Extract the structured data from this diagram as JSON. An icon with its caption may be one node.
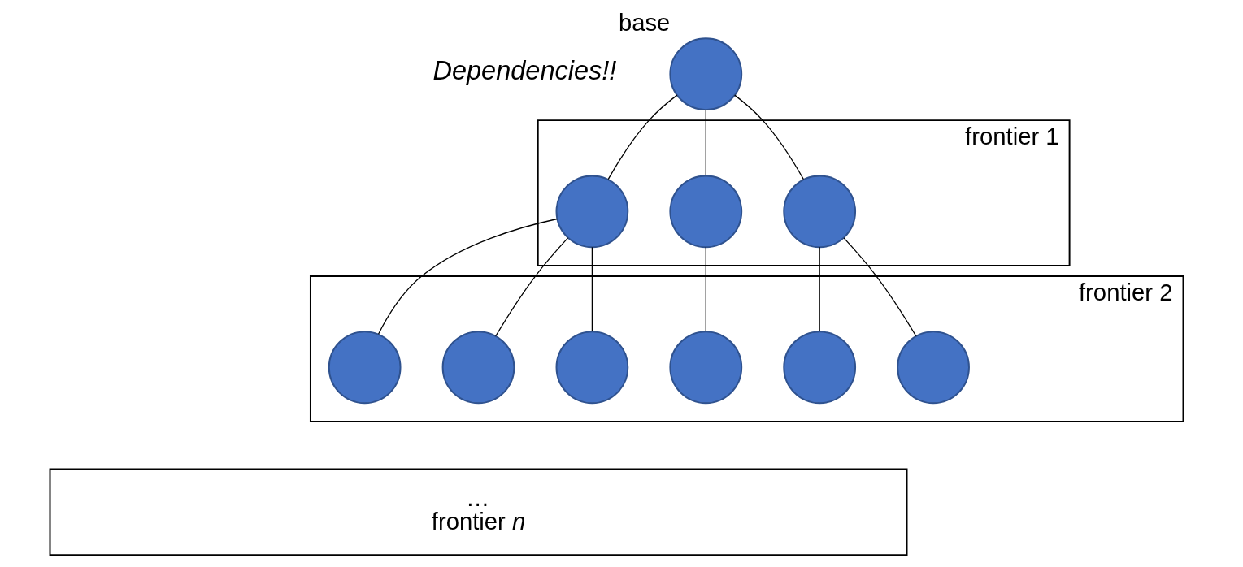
{
  "diagram": {
    "nodes": [
      {
        "text": [],
        "shape": "circle",
        "beside": [
          "base"
        ]
      },
      {
        "text": [
          "frontier 1"
        ]
      },
      {
        "text": [],
        "shape": "circle",
        "in": 1
      },
      {
        "text": [],
        "shape": "circle",
        "in": 1
      },
      {
        "text": [],
        "shape": "circle",
        "in": 1
      },
      {
        "text": [
          "frontier 2"
        ]
      },
      {
        "text": [],
        "shape": "circle",
        "in": 5
      },
      {
        "text": [],
        "shape": "circle",
        "in": 5
      },
      {
        "text": [],
        "shape": "circle",
        "in": 5
      },
      {
        "text": [],
        "shape": "circle",
        "in": 5
      },
      {
        "text": [],
        "shape": "circle",
        "in": 5
      },
      {
        "text": [],
        "shape": "circle",
        "in": 5
      },
      {
        "text": [
          "…",
          "frontier *n*"
        ]
      }
    ],
    "edges": [
      {
        "from": 0,
        "to": 2,
        "arrow": "none"
      },
      {
        "from": 0,
        "to": 3,
        "arrow": "none"
      },
      {
        "from": 0,
        "to": 4,
        "arrow": "none"
      },
      {
        "from": 2,
        "to": 6,
        "arrow": "none"
      },
      {
        "from": 2,
        "to": 7,
        "arrow": "none"
      },
      {
        "from": 2,
        "to": 8,
        "arrow": "none"
      },
      {
        "from": 3,
        "to": 9,
        "arrow": "none"
      },
      {
        "from": 4,
        "to": 10,
        "arrow": "none"
      },
      {
        "from": 4,
        "to": 11,
        "arrow": "none"
      }
    ],
    "labels": [
      "Dependencies!!"
    ]
  }
}
